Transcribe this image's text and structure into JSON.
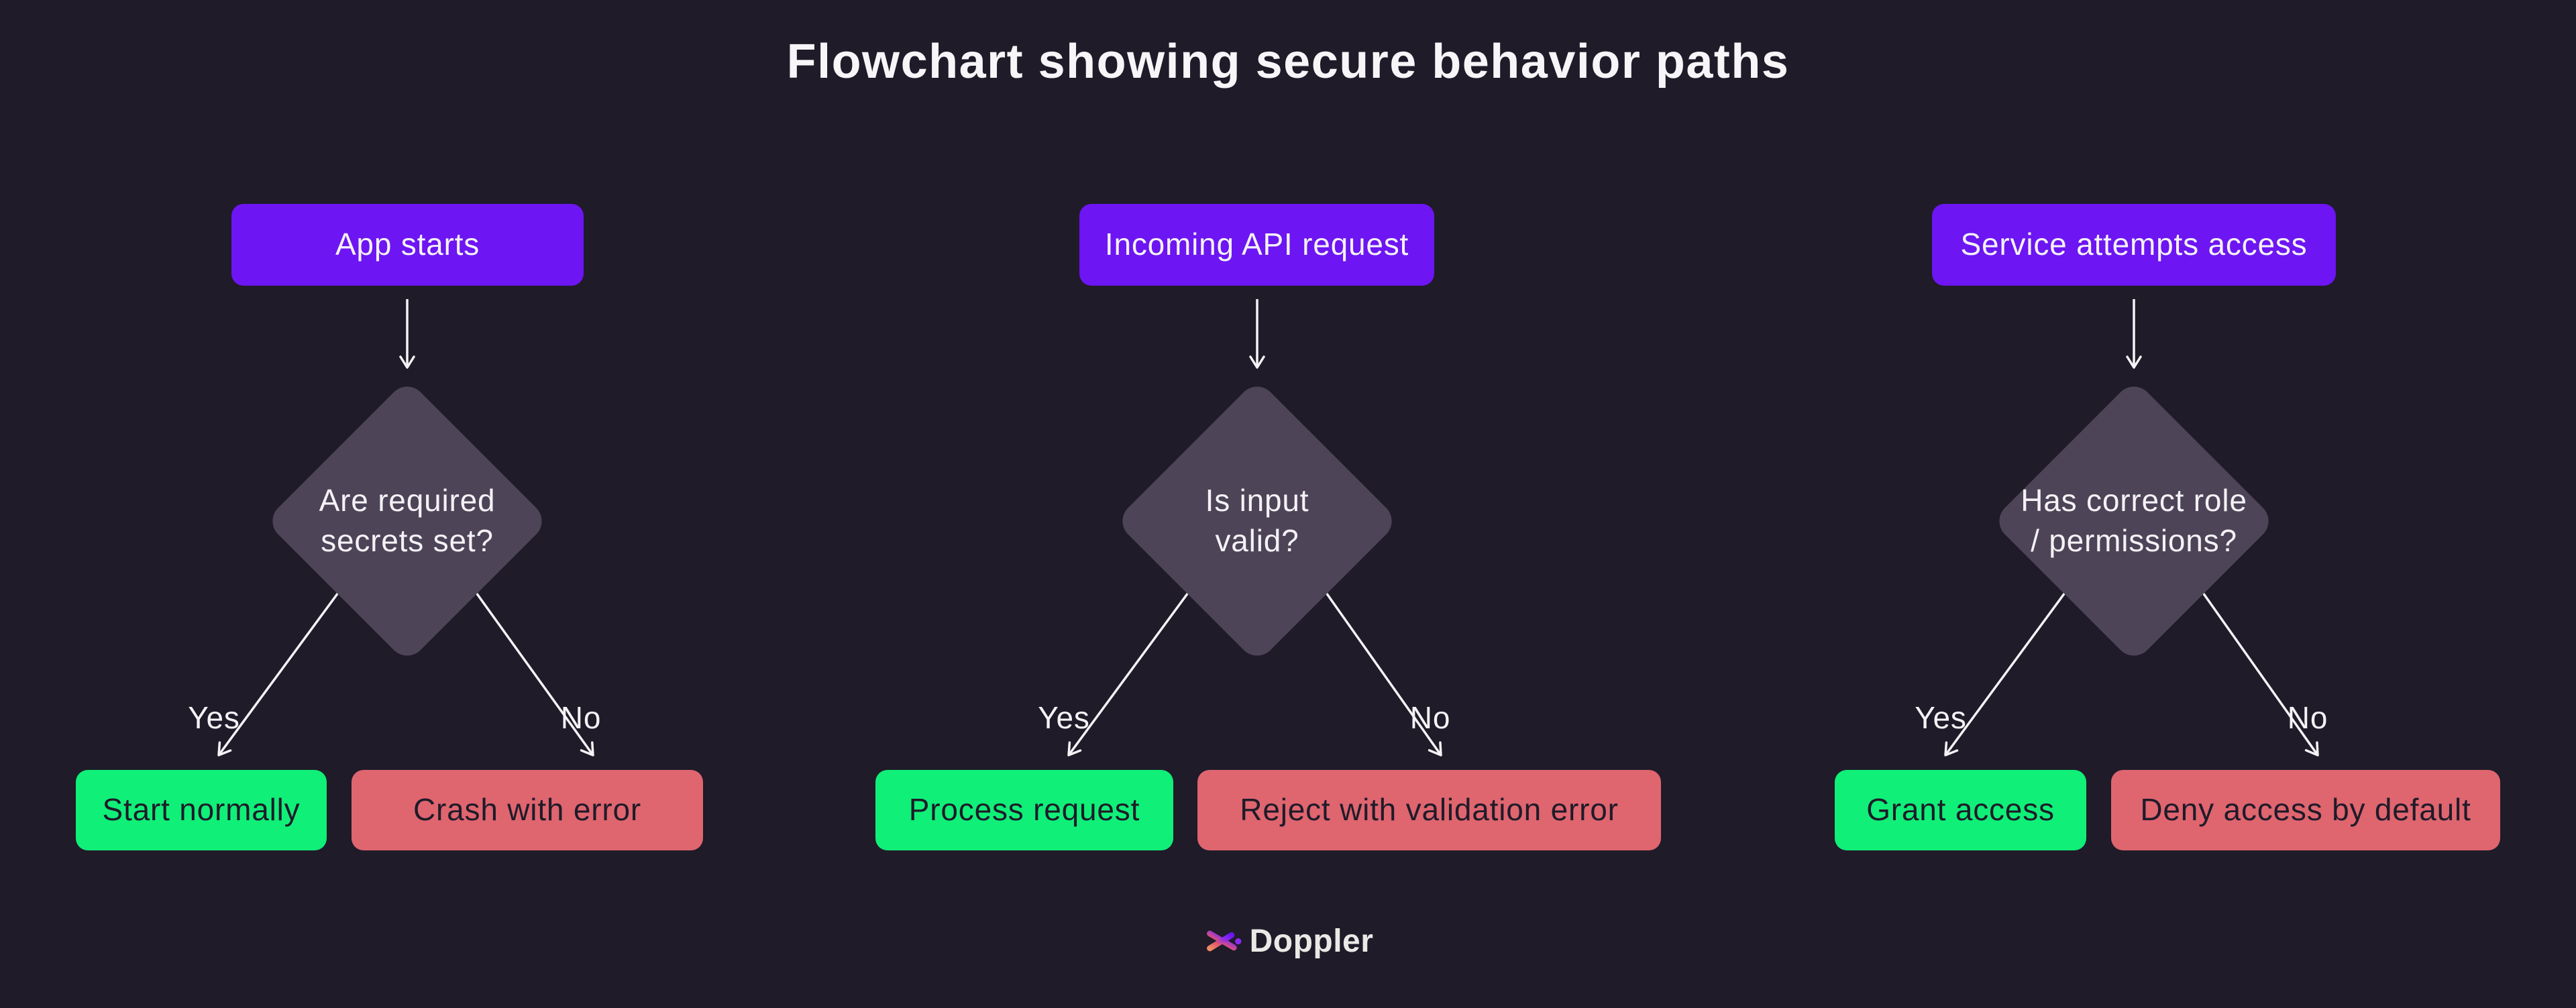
{
  "title": "Flowchart showing secure behavior paths",
  "labels": {
    "yes": "Yes",
    "no": "No"
  },
  "columns": [
    {
      "start": "App starts",
      "decision": "Are required\nsecrets set?",
      "yes_outcome": "Start normally",
      "no_outcome": "Crash with error"
    },
    {
      "start": "Incoming API request",
      "decision": "Is input\nvalid?",
      "yes_outcome": "Process request",
      "no_outcome": "Reject with validation error"
    },
    {
      "start": "Service attempts access",
      "decision": "Has correct role\n/ permissions?",
      "yes_outcome": "Grant access",
      "no_outcome": "Deny access by default"
    }
  ],
  "colors": {
    "background": "#1f1b29",
    "start_node": "#6d15f2",
    "decision_node": "#4d4557",
    "yes_node": "#10ef78",
    "no_node": "#df656f",
    "arrow": "#f5f3f6",
    "text_light": "#f4f2f7",
    "text_dark": "#1f1b29"
  },
  "footer": {
    "brand": "Doppler"
  }
}
